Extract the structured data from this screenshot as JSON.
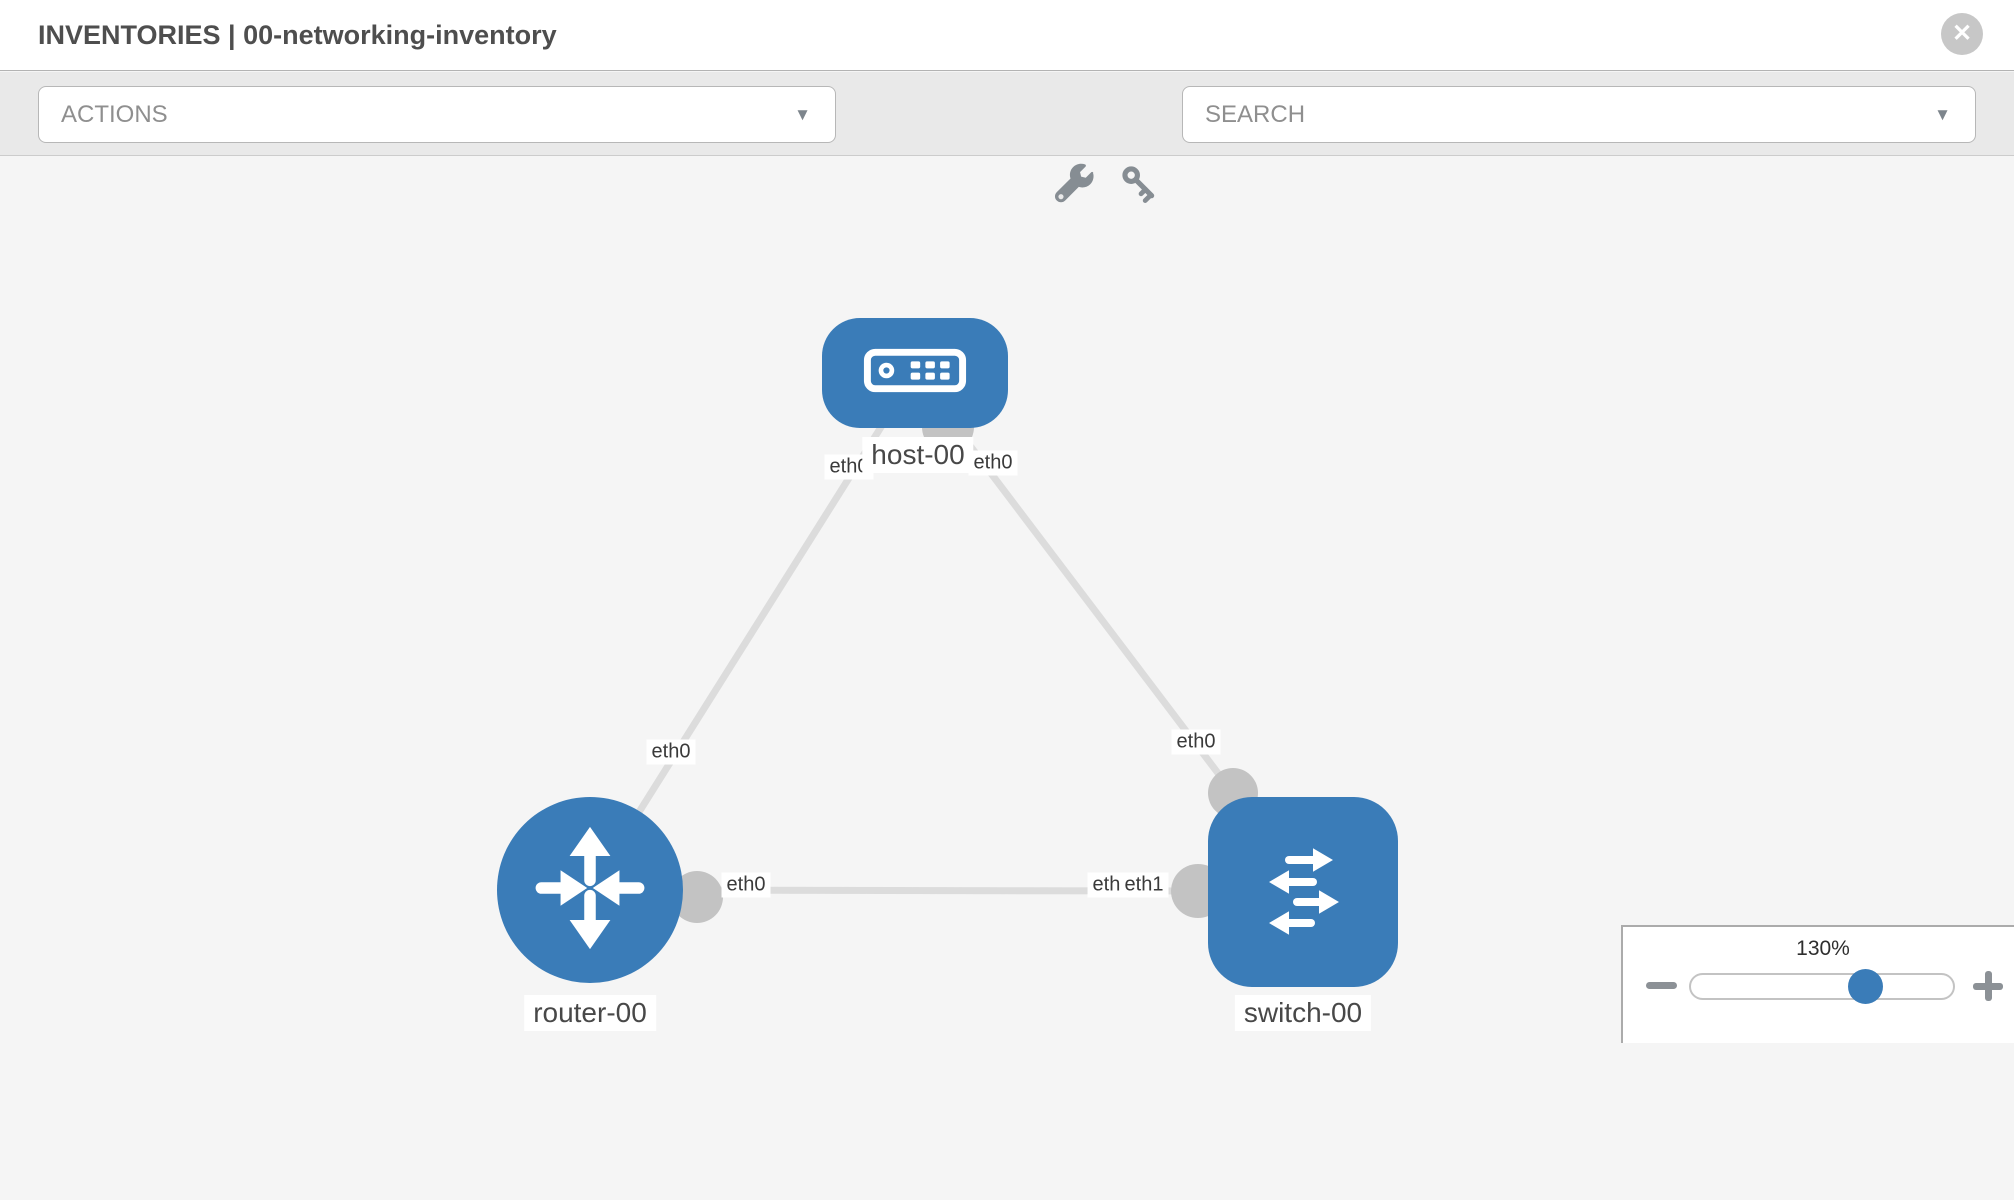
{
  "header": {
    "title": "INVENTORIES | 00-networking-inventory",
    "close_glyph": "✕"
  },
  "toolbar": {
    "actions_label": "ACTIONS",
    "search_label": "SEARCH",
    "caret_glyph": "▼",
    "tool_icons": [
      "wrench-icon",
      "key-icon"
    ]
  },
  "topology": {
    "nodes": [
      {
        "id": "host-00",
        "label": "host-00",
        "type": "host",
        "icon": "server-icon"
      },
      {
        "id": "router-00",
        "label": "router-00",
        "type": "router",
        "icon": "router-arrows-icon"
      },
      {
        "id": "switch-00",
        "label": "switch-00",
        "type": "switch",
        "icon": "switch-arrows-icon"
      }
    ],
    "links": [
      {
        "source": "host-00",
        "target": "router-00",
        "source_interface": "eth0",
        "target_interface": "eth0"
      },
      {
        "source": "host-00",
        "target": "switch-00",
        "source_interface": "eth0",
        "target_interface": "eth0"
      },
      {
        "source": "router-00",
        "target": "switch-00",
        "source_interface": "eth0",
        "target_interface": "eth1",
        "target_interface_behind": "eth0"
      }
    ]
  },
  "zoom_control": {
    "level": "130%",
    "minus_glyph": "−",
    "plus_glyph": "+"
  },
  "colors": {
    "node_blue": "#3a7cb8",
    "port_gray": "#c3c3c3",
    "link_gray": "#dcdcdc",
    "toolbar_gray": "#e9e9e9",
    "canvas_gray": "#f5f5f5"
  }
}
